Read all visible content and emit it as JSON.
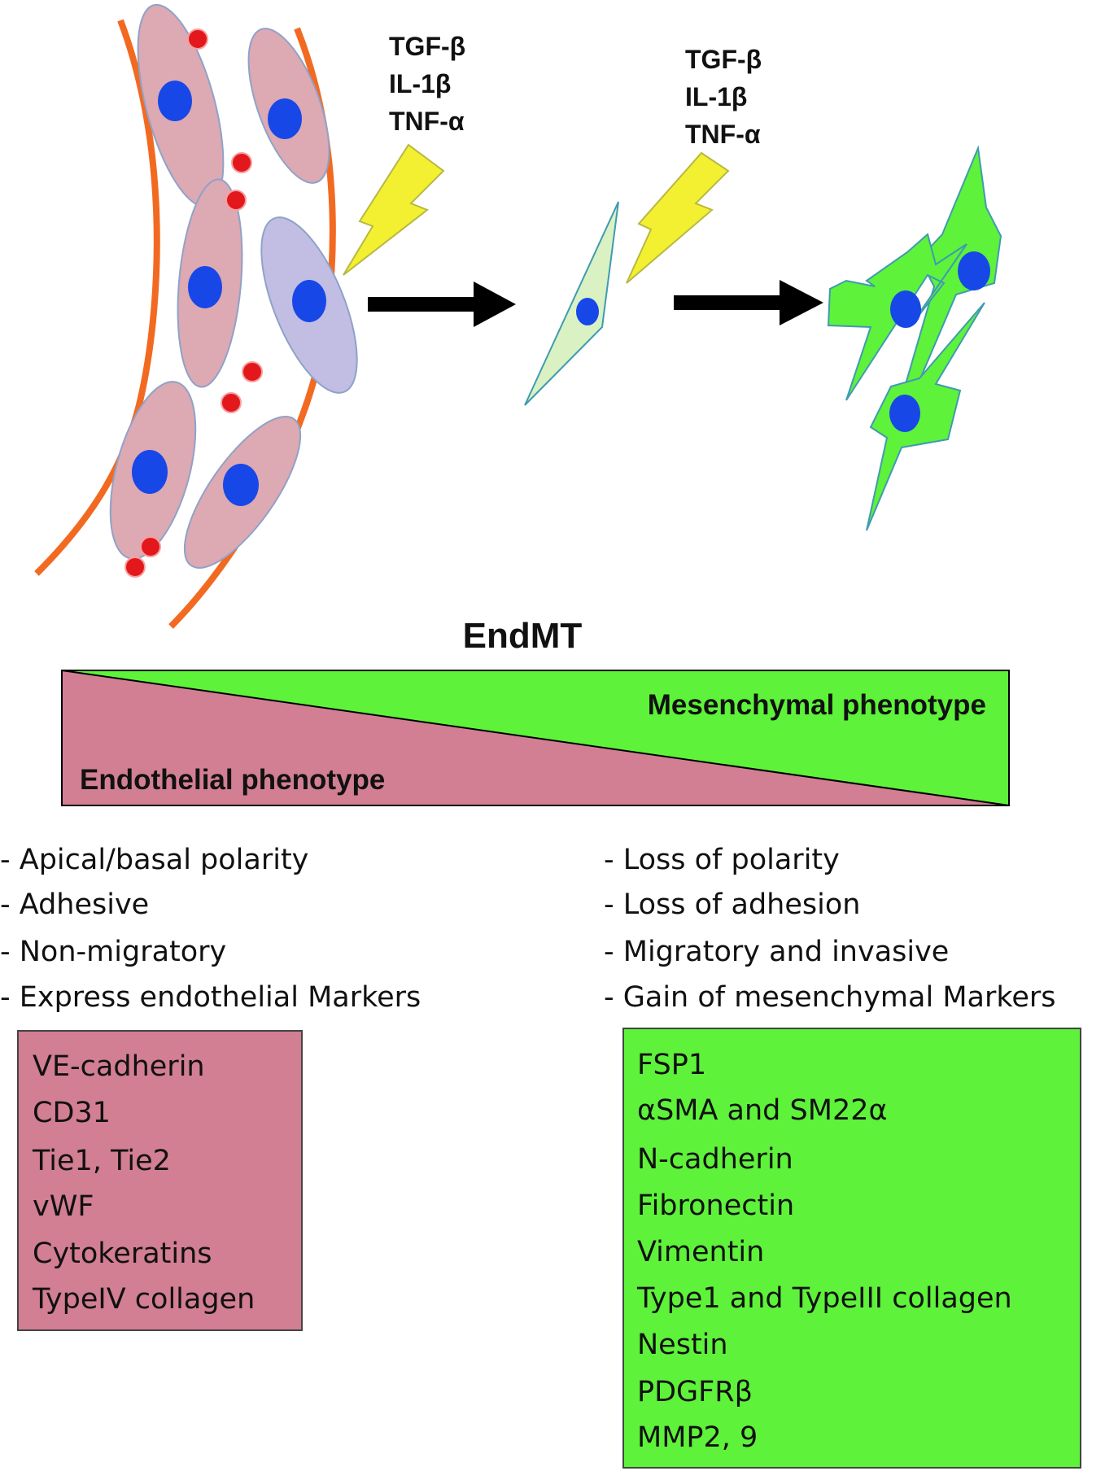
{
  "cytokines_left": [
    "TGF-β",
    "IL-1β",
    "TNF-α"
  ],
  "cytokines_right": [
    "TGF-β",
    "IL-1β",
    "TNF-α"
  ],
  "title": "EndMT",
  "gradient": {
    "mesenchymal_label": "Mesenchymal phenotype",
    "endothelial_label": "Endothelial phenotype",
    "endothelial_color": "#d27e93",
    "mesenchymal_color": "#5ef23a"
  },
  "endothelial_properties": [
    "- Apical/basal polarity",
    "- Adhesive",
    "- Non-migratory",
    "- Express endothelial Markers"
  ],
  "mesenchymal_properties": [
    "- Loss of polarity",
    "- Loss of adhesion",
    "- Migratory and invasive",
    "- Gain of mesenchymal Markers"
  ],
  "endothelial_markers": [
    "VE-cadherin",
    "CD31",
    "Tie1, Tie2",
    "vWF",
    "Cytokeratins",
    "TypeIV collagen"
  ],
  "mesenchymal_markers": [
    "FSP1",
    "αSMA and SM22α",
    "N-cadherin",
    "Fibronectin",
    "Vimentin",
    "Type1 and TypeIII collagen",
    "Nestin",
    "PDGFRβ",
    "MMP2, 9"
  ]
}
